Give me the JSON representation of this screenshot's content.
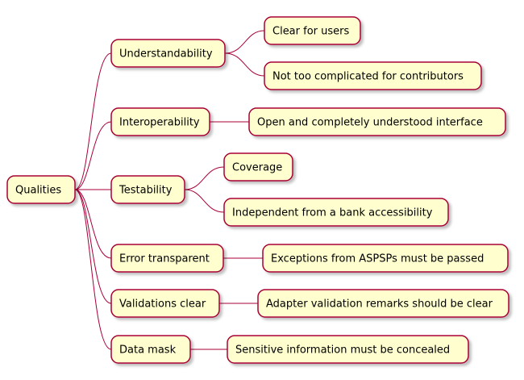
{
  "colors": {
    "node_fill": "#FEFECE",
    "node_stroke": "#A80036",
    "edge": "#A80036"
  },
  "mindmap": {
    "root": {
      "label": "Qualities"
    },
    "branches": [
      {
        "label": "Understandability",
        "children": [
          {
            "label": "Clear for users"
          },
          {
            "label": "Not too complicated for contributors"
          }
        ]
      },
      {
        "label": "Interoperability",
        "children": [
          {
            "label": "Open and completely understood interface"
          }
        ]
      },
      {
        "label": "Testability",
        "children": [
          {
            "label": "Coverage"
          },
          {
            "label": "Independent from a bank accessibility"
          }
        ]
      },
      {
        "label": "Error transparent",
        "children": [
          {
            "label": "Exceptions from ASPSPs must be passed"
          }
        ]
      },
      {
        "label": "Validations clear",
        "children": [
          {
            "label": "Adapter validation remarks should be clear"
          }
        ]
      },
      {
        "label": "Data mask",
        "children": [
          {
            "label": "Sensitive information must be concealed"
          }
        ]
      }
    ]
  }
}
